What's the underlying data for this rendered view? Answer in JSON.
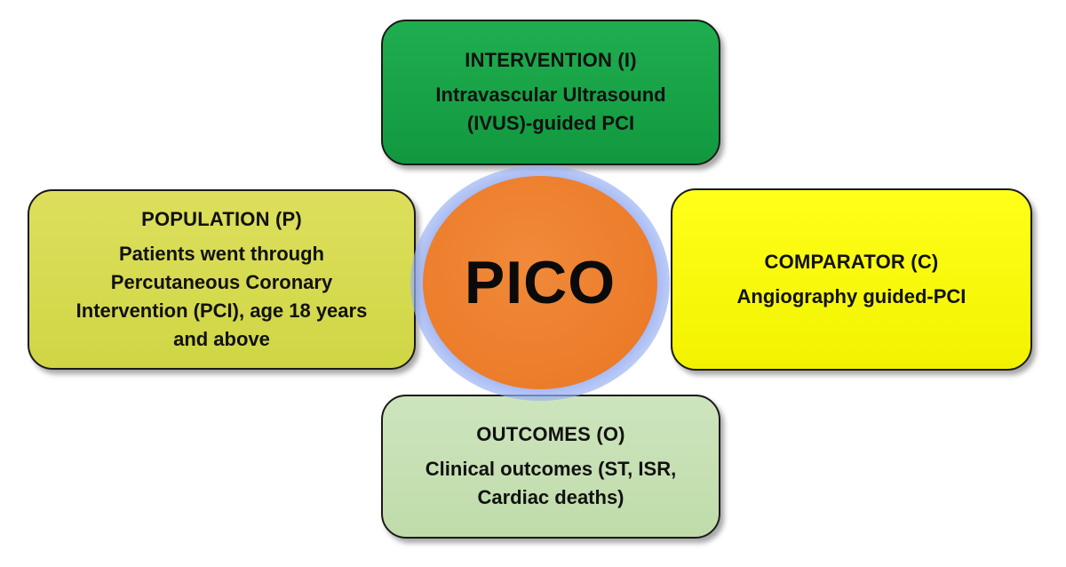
{
  "center": {
    "label": "PICO"
  },
  "intervention": {
    "heading": "INTERVENTION (I)",
    "lines": [
      "Intravascular Ultrasound",
      "(IVUS)-guided PCI"
    ]
  },
  "population": {
    "heading": "POPULATION (P)",
    "lines": [
      "Patients went through",
      "Percutaneous Coronary",
      "Intervention (PCI), age 18 years",
      "and above"
    ]
  },
  "comparator": {
    "heading": "COMPARATOR (C)",
    "lines": [
      "Angiography guided-PCI"
    ]
  },
  "outcomes": {
    "heading": "OUTCOMES (O)",
    "lines": [
      "Clinical outcomes (ST, ISR,",
      "Cardiac deaths)"
    ]
  },
  "colors": {
    "intervention": "#1aa84a",
    "population": "#d6db52",
    "comparator": "#ffff0a",
    "outcomes": "#c7e0b4",
    "center": "#ed7d31",
    "center_glow": "#8fa8ee"
  }
}
